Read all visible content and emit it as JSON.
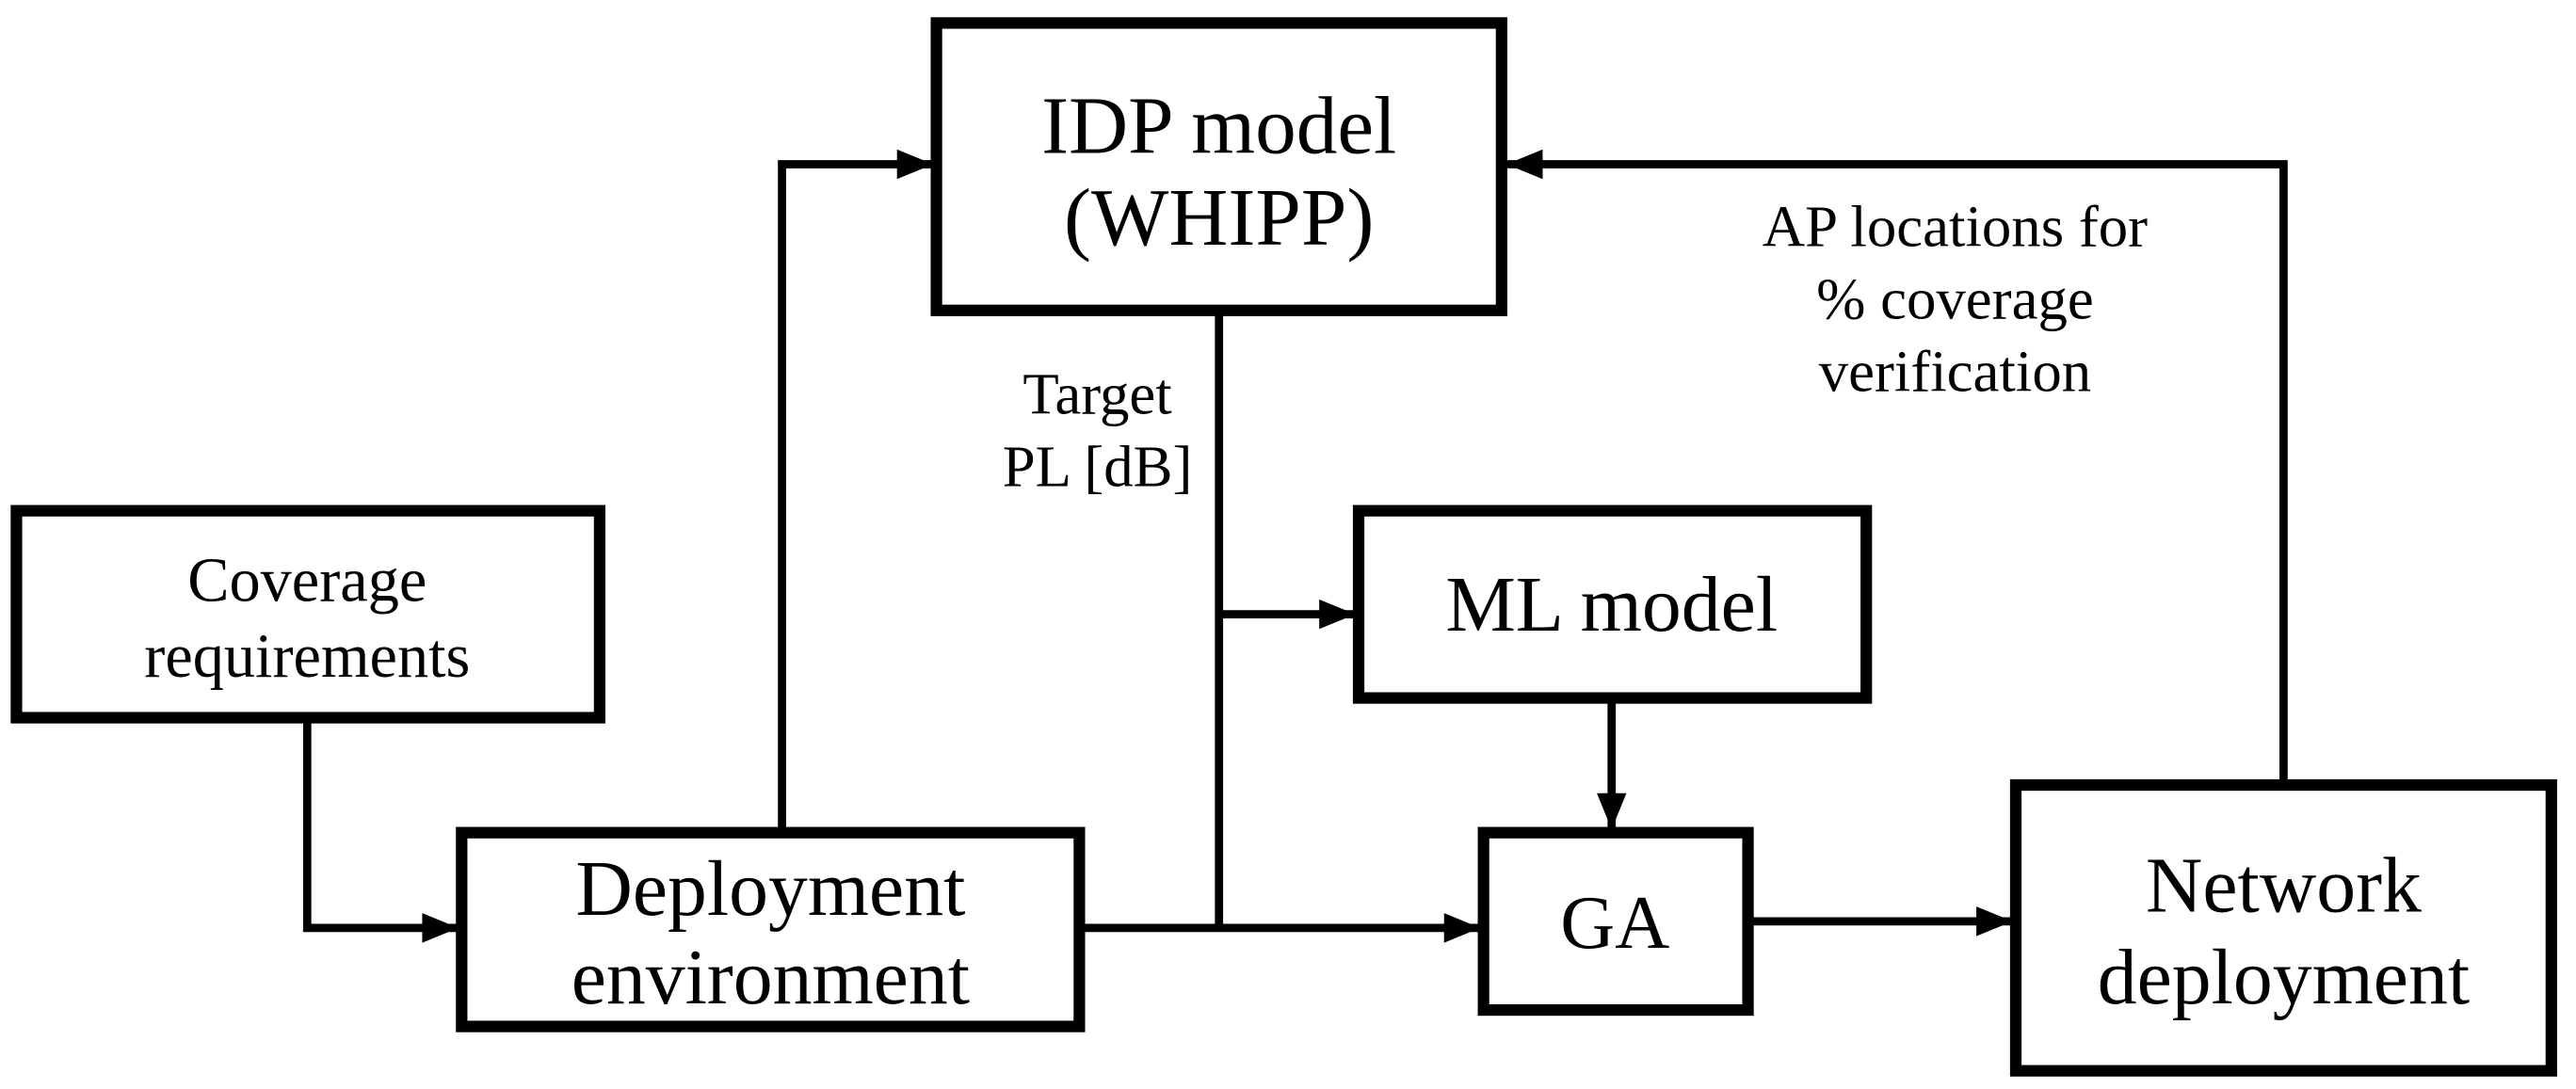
{
  "diagram": {
    "nodes": {
      "idp_model": {
        "lines": [
          "IDP model",
          "(WHIPP)"
        ]
      },
      "coverage_requirements": {
        "lines": [
          "Coverage",
          "requirements"
        ]
      },
      "deployment_environment": {
        "lines": [
          "Deployment",
          "environment"
        ]
      },
      "ml_model": {
        "lines": [
          "ML model"
        ]
      },
      "ga": {
        "lines": [
          "GA"
        ]
      },
      "network_deployment": {
        "lines": [
          "Network",
          "deployment"
        ]
      }
    },
    "edge_labels": {
      "target_pl": {
        "lines": [
          "Target",
          "PL [dB]"
        ]
      },
      "ap_locations": {
        "lines": [
          "AP locations for",
          "% coverage",
          "verification"
        ]
      }
    },
    "edges": [
      {
        "from": "coverage_requirements",
        "to": "deployment_environment",
        "label": ""
      },
      {
        "from": "deployment_environment",
        "to": "idp_model",
        "label": ""
      },
      {
        "from": "idp_model",
        "to": "ml_model",
        "label": "Target PL [dB]"
      },
      {
        "from": "idp_model",
        "to": "ga",
        "label": "Target PL [dB]"
      },
      {
        "from": "ml_model",
        "to": "ga",
        "label": ""
      },
      {
        "from": "deployment_environment",
        "to": "ga",
        "label": ""
      },
      {
        "from": "ga",
        "to": "network_deployment",
        "label": ""
      },
      {
        "from": "network_deployment",
        "to": "idp_model",
        "label": "AP locations for % coverage verification"
      }
    ],
    "colors": {
      "stroke": "#000000",
      "text": "#000000",
      "background": "#ffffff"
    }
  }
}
